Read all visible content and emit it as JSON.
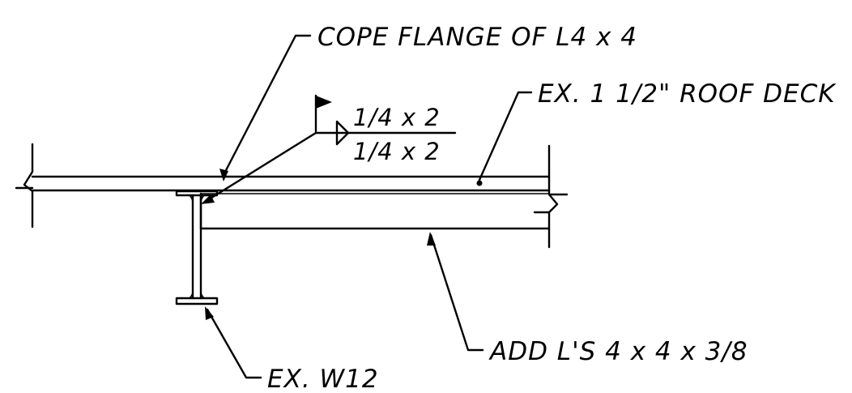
{
  "drawing": {
    "labels": {
      "cope_flange": "COPE FLANGE OF L4 x 4",
      "roof_deck": "EX. 1 1/2\" ROOF DECK",
      "weld_top": "1/4 x 2",
      "weld_bottom": "1/4 x 2",
      "add_angles": "ADD L'S 4 x 4 x 3/8",
      "beam": "EX. W12"
    },
    "colors": {
      "ink": "#000000",
      "paper": "#ffffff"
    },
    "icons": {
      "weld_flag": "field-weld-flag-icon",
      "fillet_weld": "fillet-weld-triangle-icon",
      "break_mark": "break-line-icon"
    }
  }
}
